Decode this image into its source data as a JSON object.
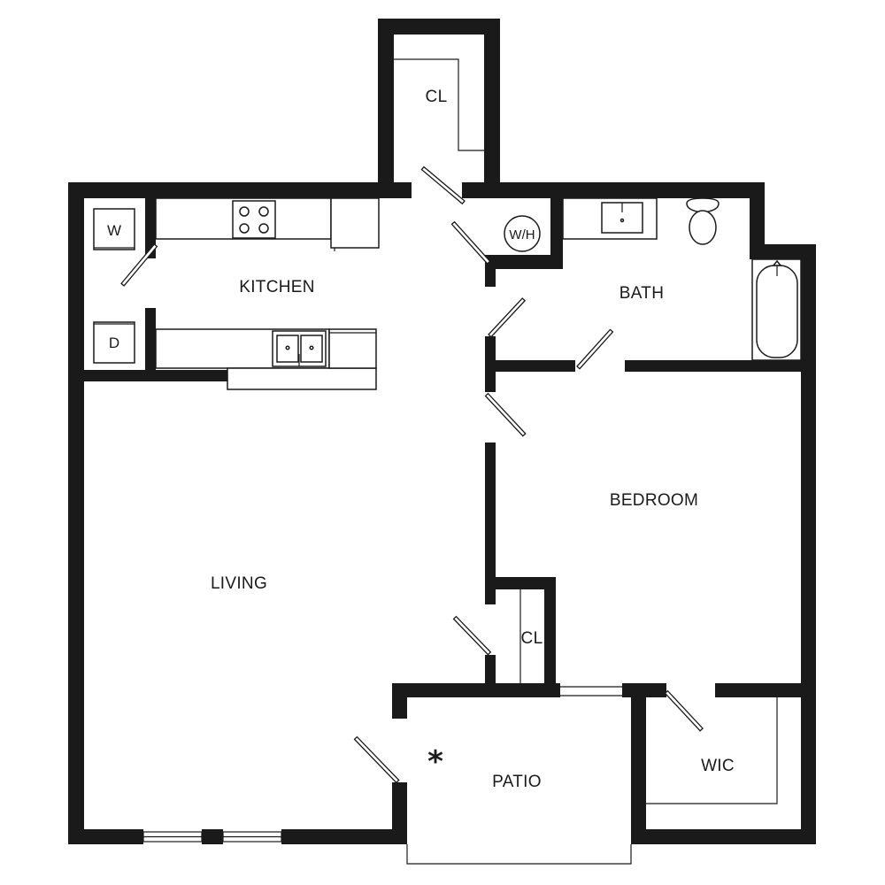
{
  "rooms": {
    "closet_top": "CL",
    "kitchen": "KITCHEN",
    "bath": "BATH",
    "bedroom": "BEDROOM",
    "living": "LIVING",
    "closet_small": "CL",
    "patio": "PATIO",
    "wic": "WIC"
  },
  "appliances": {
    "washer": "W",
    "dryer": "D",
    "water_heater": "W/H"
  },
  "marker": "*",
  "colors": {
    "wall": "#1a1a1a",
    "background": "#ffffff"
  }
}
